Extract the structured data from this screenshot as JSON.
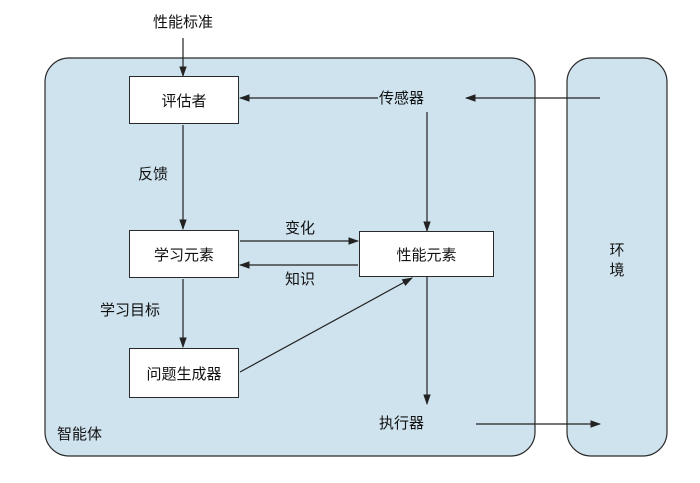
{
  "diagram": {
    "top_input": "性能标准",
    "agent_label": "智能体",
    "environment_label": "环\n境",
    "nodes": {
      "critic": "评估者",
      "sensors": "传感器",
      "learning_element": "学习元素",
      "performance_element": "性能元素",
      "problem_generator": "问题生成器",
      "actuators": "执行器"
    },
    "edges": {
      "feedback": "反馈",
      "changes": "变化",
      "knowledge": "知识",
      "learning_goals": "学习目标"
    }
  },
  "colors": {
    "agent_fill": "#cfe3ee",
    "environment_fill": "#cfe3ee",
    "stroke": "#2a2a2a"
  }
}
